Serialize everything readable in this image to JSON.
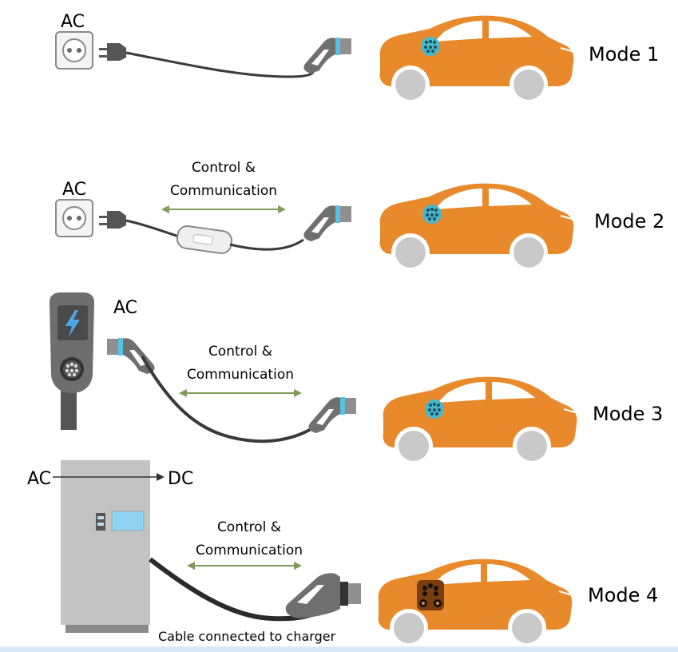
{
  "colors": {
    "car_body": "#e8892b",
    "car_window": "#ffffff",
    "wheel": "#c9c9c9",
    "inlet": "#4ab8c8",
    "cable": "#3a3a3a",
    "plug": "#6f6f6f",
    "plug_band": "#59c0e0",
    "arrow_green": "#7f9a5a",
    "station": "#6e6e6e",
    "lightning": "#4aa8e8",
    "dc_cabinet": "#c3c3c3",
    "dc_screen": "#8fd3f3"
  },
  "modes": [
    {
      "label": "Mode 1",
      "source_label": "AC",
      "cc_line1": "",
      "cc_line2": ""
    },
    {
      "label": "Mode 2",
      "source_label": "AC",
      "cc_line1": "Control &",
      "cc_line2": "Communication"
    },
    {
      "label": "Mode 3",
      "source_label": "AC",
      "cc_line1": "Control &",
      "cc_line2": "Communication"
    },
    {
      "label": "Mode 4",
      "source_label": "AC",
      "dest_label": "DC",
      "cc_line1": "Control &",
      "cc_line2": "Communication",
      "cable_caption": "Cable connected to charger"
    }
  ],
  "icons": {
    "socket": "wall-socket-icon",
    "plug": "mains-plug-icon",
    "connector": "ev-connector-icon",
    "car": "car-icon",
    "control_box": "in-cable-control-box-icon",
    "wallbox": "wallbox-charger-icon",
    "dc_charger": "dc-charger-cabinet-icon"
  }
}
